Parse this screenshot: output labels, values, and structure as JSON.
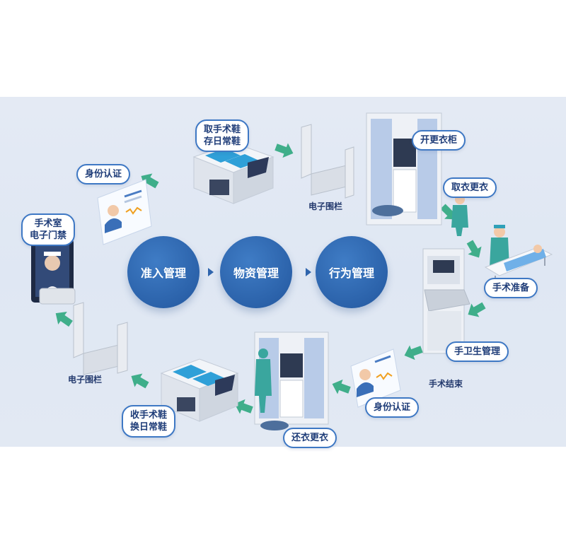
{
  "colors": {
    "accent_blue": "#2b62aa",
    "pill_border": "#3e78c4",
    "arrow_green": "#3fae8a",
    "background_band": "#e2e9f3"
  },
  "icons": [
    "arrow-icon",
    "gate-icon",
    "shoe-machine-icon",
    "locker-icon",
    "sink-icon",
    "id-card-icon",
    "face-terminal-icon",
    "person-icon",
    "patient-bed-icon"
  ],
  "center": {
    "step1": "准入管理",
    "step2": "物资管理",
    "step3": "行为管理"
  },
  "labels": {
    "door": [
      "手术室",
      "电子门禁"
    ],
    "id_top": "身份认证",
    "shoes_take": [
      "取手术鞋",
      "存日常鞋"
    ],
    "fence_top": "电子围栏",
    "open_locker": "开更衣柜",
    "take_clothes": "取衣更衣",
    "prep": "手术准备",
    "hand_hygiene": "手卫生管理",
    "surgery_end": "手术结束",
    "id_bottom": "身份认证",
    "return_clothes": "还衣更衣",
    "shoes_return": [
      "收手术鞋",
      "换日常鞋"
    ],
    "fence_bottom": "电子围栏"
  }
}
